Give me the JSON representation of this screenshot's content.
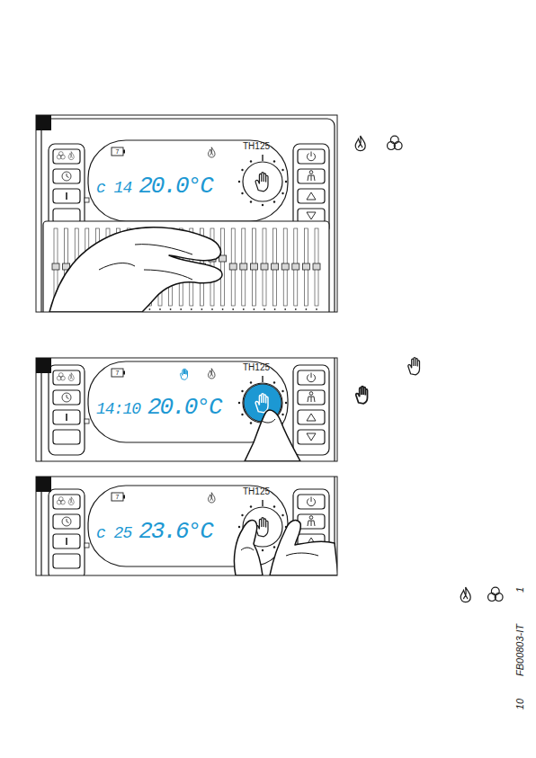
{
  "diagram": {
    "nodes": [
      {
        "text": [
          "TH125"
        ]
      },
      {
        "text": [
          "c 14",
          "20.0°C"
        ],
        "in": 0
      },
      {
        "text": [
          "TH125"
        ]
      },
      {
        "text": [
          "14:10",
          "20.0°C"
        ],
        "in": 2
      },
      {
        "text": [
          "TH125"
        ]
      },
      {
        "text": [
          "c 25",
          "23.6°C"
        ],
        "in": 4
      }
    ],
    "labels": [
      "7",
      "7",
      "7",
      "FB00803-IT",
      "1",
      "10"
    ]
  }
}
